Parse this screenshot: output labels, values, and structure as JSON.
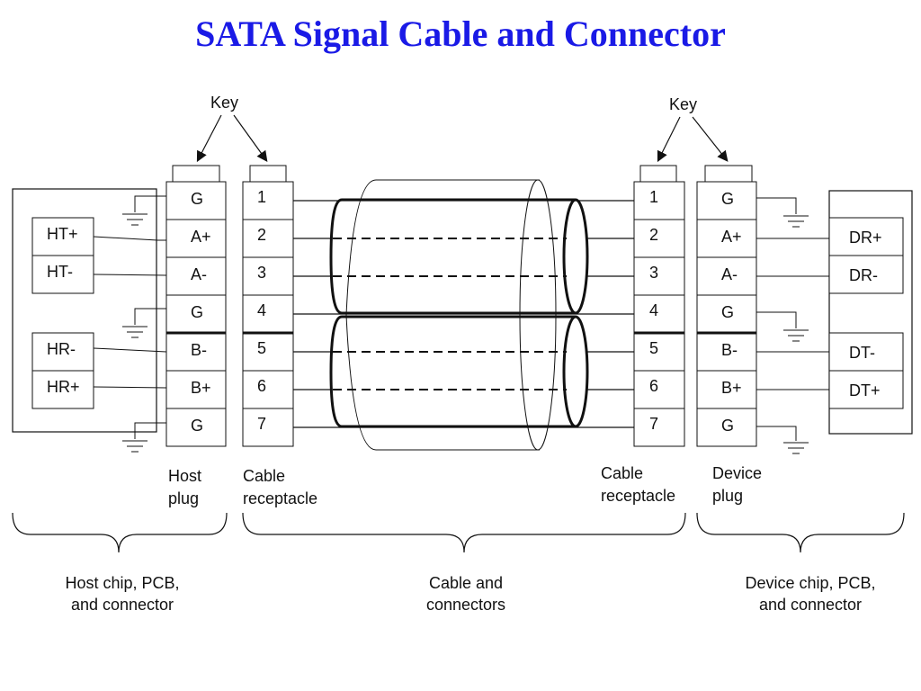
{
  "title": "SATA Signal Cable and Connector",
  "key_label": "Key",
  "host": {
    "signals": [
      "HT+",
      "HT-",
      "HR-",
      "HR+"
    ],
    "plug_pins": [
      "G",
      "A+",
      "A-",
      "G",
      "B-",
      "B+",
      "G"
    ],
    "plug_caption": [
      "Host",
      "plug"
    ],
    "group_caption": [
      "Host chip, PCB,",
      "and connector"
    ]
  },
  "cable": {
    "left_pins": [
      "1",
      "2",
      "3",
      "4",
      "5",
      "6",
      "7"
    ],
    "right_pins": [
      "1",
      "2",
      "3",
      "4",
      "5",
      "6",
      "7"
    ],
    "left_caption": [
      "Cable",
      "receptacle"
    ],
    "right_caption": [
      "Cable",
      "receptacle"
    ],
    "group_caption": [
      "Cable and",
      "connectors"
    ]
  },
  "device": {
    "signals": [
      "DR+",
      "DR-",
      "DT-",
      "DT+"
    ],
    "plug_pins": [
      "G",
      "A+",
      "A-",
      "G",
      "B-",
      "B+",
      "G"
    ],
    "plug_caption": [
      "Device",
      "plug"
    ],
    "group_caption": [
      "Device chip, PCB,",
      "and connector"
    ]
  },
  "colors": {
    "title": "#1a1ae6",
    "line": "#111111"
  }
}
